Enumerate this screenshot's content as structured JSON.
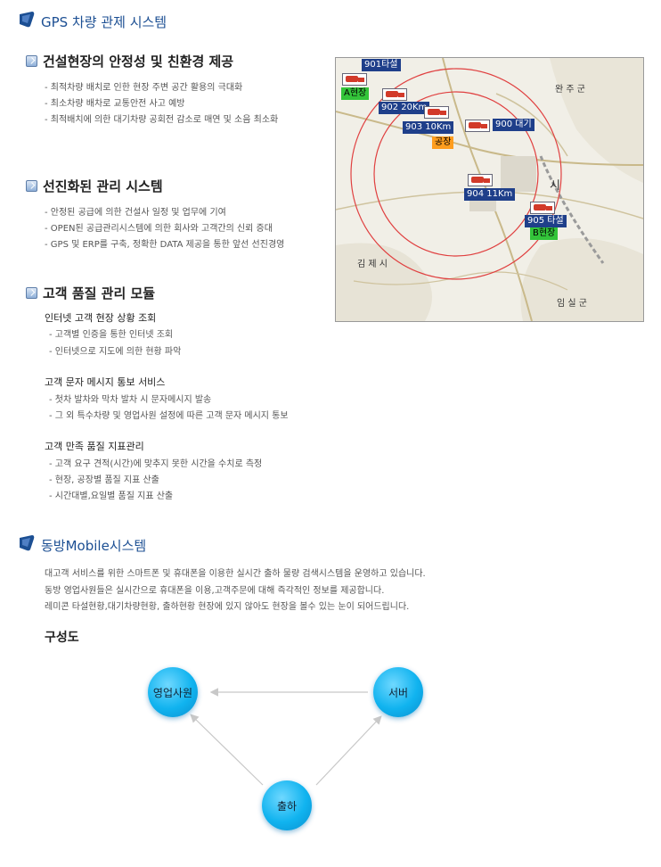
{
  "sections": {
    "gps": {
      "title": "GPS 차량 관제 시스템"
    },
    "mobile": {
      "title": "동방Mobile시스템"
    }
  },
  "gps_blocks": [
    {
      "title": "건설현장의 안정성 및 친환경 제공",
      "items": [
        "- 최적차량 배치로 인한 현장 주변 공간 활용의 극대화",
        "- 최소차량 배차로 교통안전 사고 예방",
        "- 최적배치에 의한 대기차량 공회전 감소로 매연 및 소음 최소화"
      ]
    },
    {
      "title": "선진화된 관리 시스템",
      "items": [
        "- 안정된 공급에 의한 건설사 일정 및 업무에 기여",
        "- OPEN된 공급관리시스템에 의한 회사와 고객간의 신뢰 증대",
        "- GPS 및 ERP를 구축, 정확한 DATA 제공을 통한 앞선 선진경영"
      ]
    },
    {
      "title": "고객 품질 관리 모듈",
      "groups": [
        {
          "title": "인터넷 고객 현장 상황 조회",
          "items": [
            "- 고객별 인증을 통한 인터넷 조회",
            "- 인터넷으로 지도에 의한 현황 파악"
          ]
        },
        {
          "title": "고객 문자 메시지 통보 서비스",
          "items": [
            "- 첫차 발차와 막차 발차 시 문자메시지 발송",
            "- 그 외 특수차량 및 영업사원 설정에 따른 고객 문자 메시지 통보"
          ]
        },
        {
          "title": "고객 만족 품질 지표관리",
          "items": [
            "- 고객 요구 견적(시간)에 맞추지 못한 시간을 수치로 측정",
            "- 현장, 공장별 품질 지표 산출",
            "- 시간대별,요일별 품질 지표 산출"
          ]
        }
      ]
    }
  ],
  "map": {
    "tags": {
      "t901": "901타설",
      "a_site": "A현장",
      "t902": "902 20Km",
      "t903": "903 10Km",
      "factory": "공장",
      "t900": "900 대기",
      "t904": "904 11Km",
      "t905": "905 타설",
      "b_site": "B현장"
    },
    "place_labels": [
      "김 제 시",
      "완 주 군",
      "임 실 군",
      "시"
    ]
  },
  "mobile": {
    "paragraphs": [
      "대고객 서비스를 위한 스마트폰 및 휴대폰을 이용한 실시간 출하 물량 검색시스템을 운영하고 있습니다.",
      "동방 영업사원들은 실시간으로 휴대폰을 이용,고객주문에 대해 즉각적인 정보를 제공합니다.",
      "레미콘 타설현황,대기차량현황, 출하현황 현장에 있지 않아도 현장을 볼수 있는 눈이 되어드립니다."
    ],
    "diagram_title": "구성도",
    "nodes": {
      "sales": "영업사원",
      "server": "서버",
      "shipping": "출하"
    }
  },
  "colors": {
    "accent": "#1c4f93",
    "node": "#10b3ef",
    "map_tag": "#1f3f8a"
  }
}
